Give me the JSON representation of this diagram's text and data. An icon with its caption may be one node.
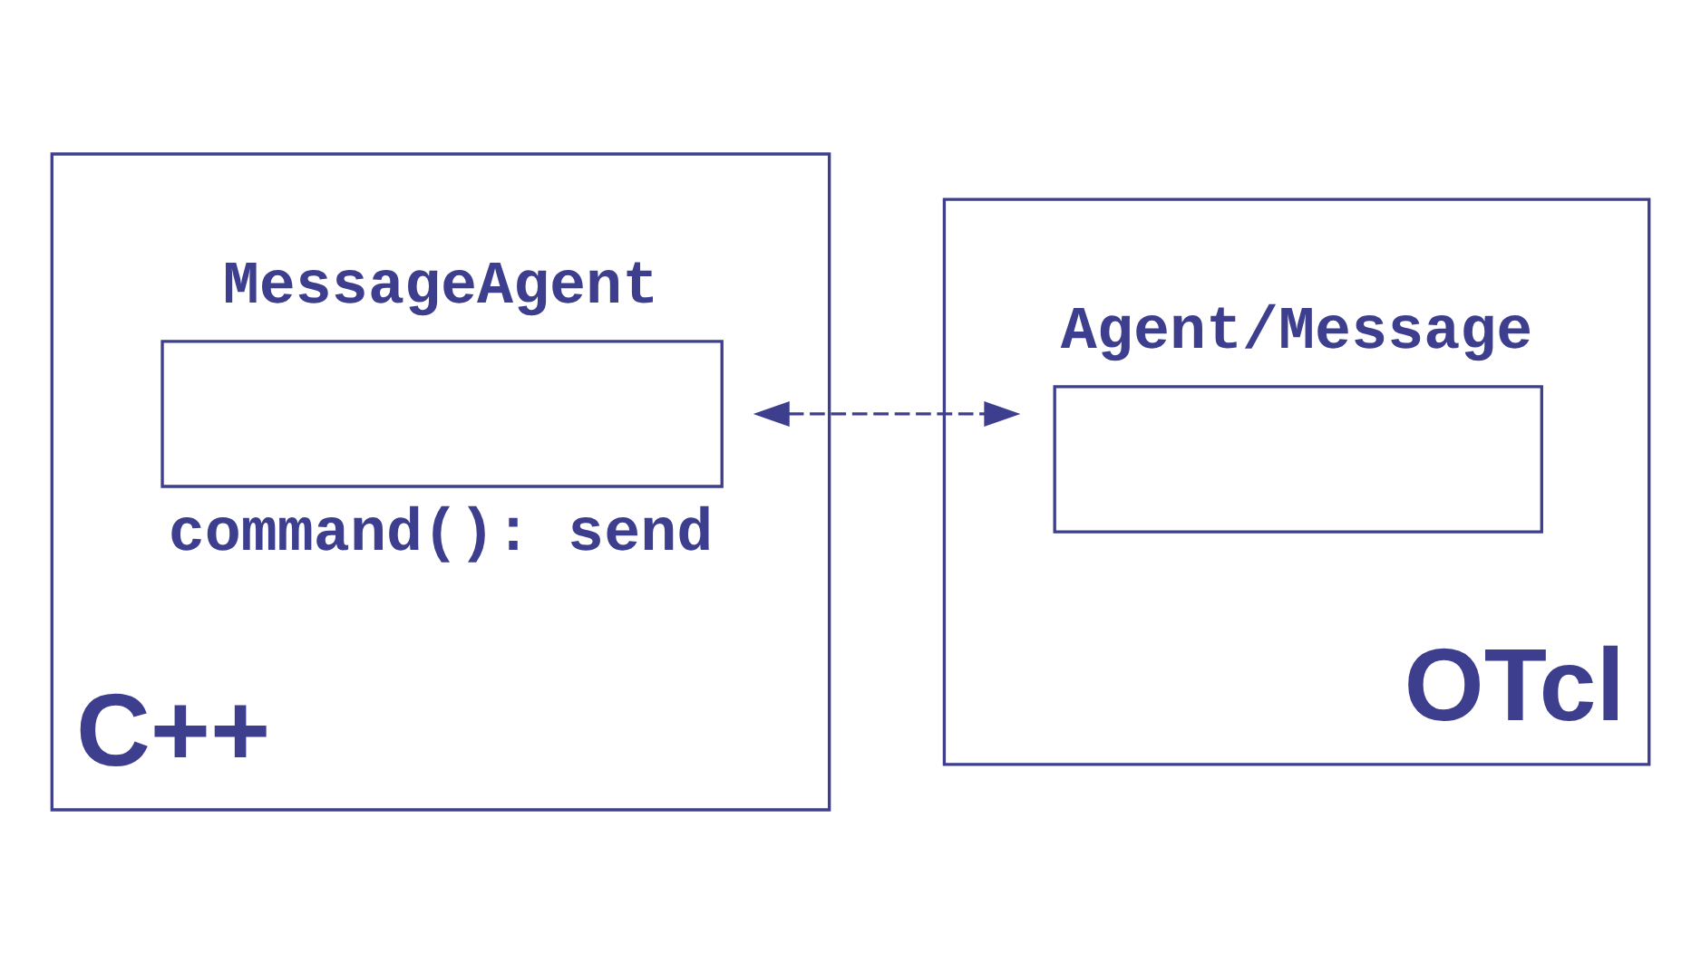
{
  "diagram": {
    "nodes": [
      {
        "text": [
          "C++"
        ]
      },
      {
        "text": [
          "OTcl"
        ]
      },
      {
        "text": [
          "MessageAgent"
        ],
        "in": 0,
        "beside": [
          "command(): send"
        ]
      },
      {
        "text": [
          "Agent/Message"
        ],
        "in": 1
      }
    ],
    "edges": [
      {
        "from": 2,
        "to": 3,
        "arrow": "both",
        "style": "dashed"
      }
    ]
  }
}
